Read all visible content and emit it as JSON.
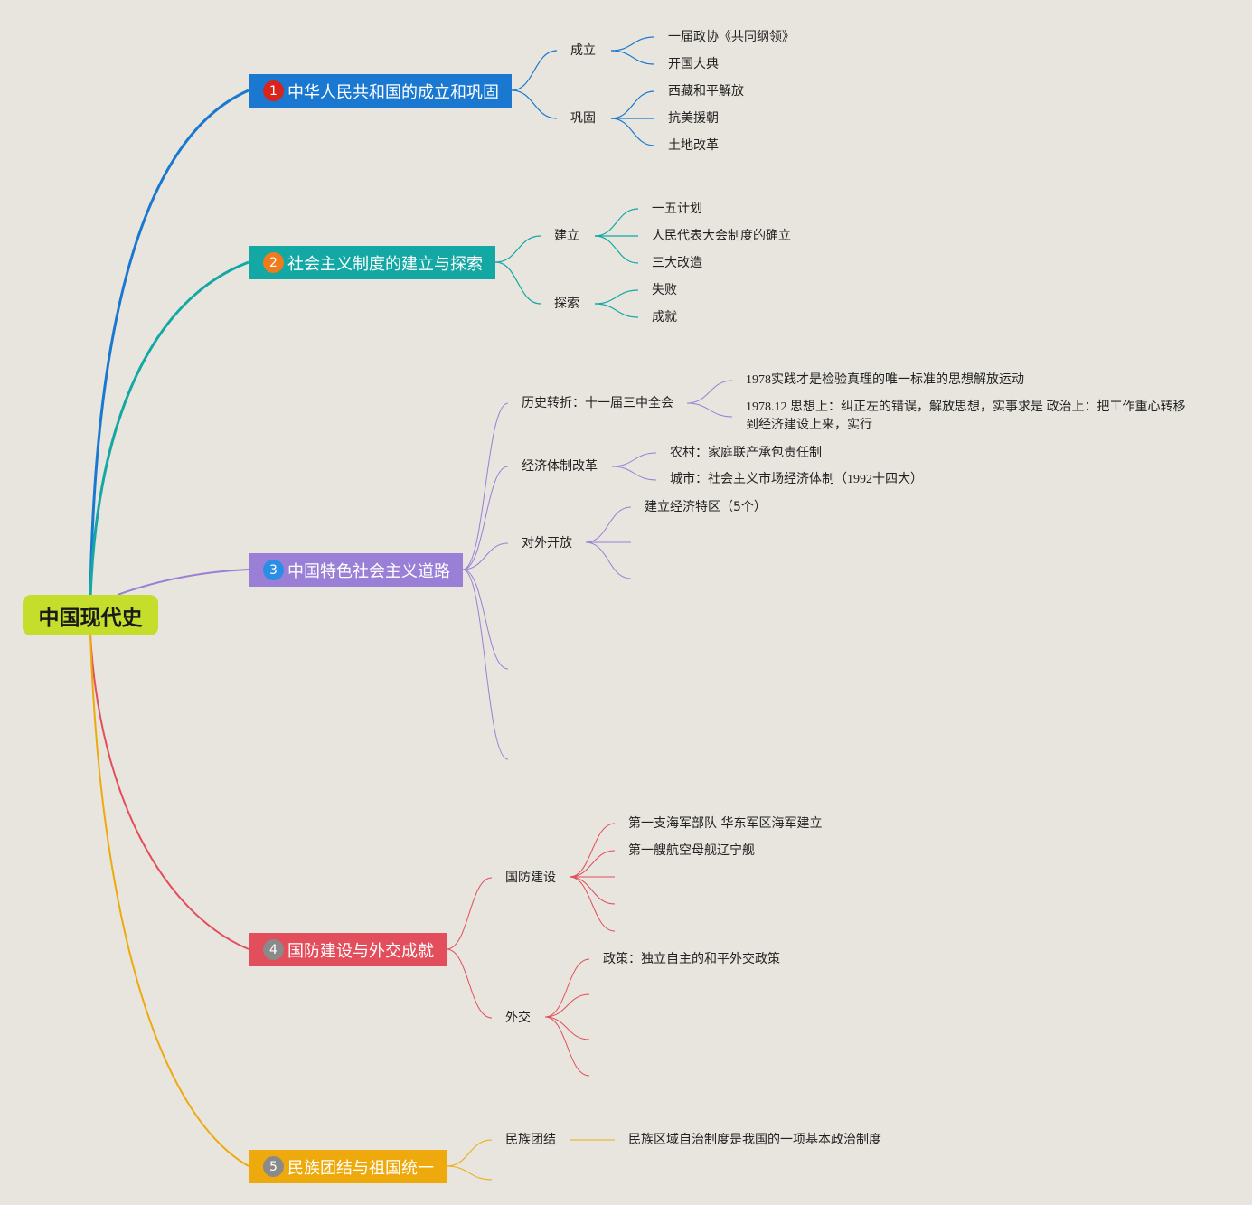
{
  "root": {
    "label": "中国现代史"
  },
  "colors": {
    "root": "#c4de2b",
    "branch1": "#1a78d0",
    "branch2": "#13a8a4",
    "branch3": "#9a7fd6",
    "branch4": "#e24e5c",
    "branch5": "#eeaa0c"
  },
  "branches": [
    {
      "num": "1",
      "title": "中华人民共和国的成立和巩固",
      "badge_color": "#d9241c",
      "children": [
        {
          "label": "成立",
          "items": [
            "一届政协《共同纲领》",
            "开国大典"
          ]
        },
        {
          "label": "巩固",
          "items": [
            "西藏和平解放",
            "抗美援朝",
            "土地改革"
          ]
        }
      ]
    },
    {
      "num": "2",
      "title": "社会主义制度的建立与探索",
      "badge_color": "#f07b1c",
      "children": [
        {
          "label": "建立",
          "items": [
            "一五计划",
            "人民代表大会制度的确立",
            "三大改造"
          ]
        },
        {
          "label": "探索",
          "items": [
            "失败",
            "成就"
          ]
        }
      ]
    },
    {
      "num": "3",
      "title": "中国特色社会主义道路",
      "badge_color": "#2a8de6",
      "children": [
        {
          "label": "历史转折：十一届三中全会",
          "items": [
            "1978实践才是检验真理的唯一标准的思想解放运动",
            "1978.12 思想上：纠正左的错误，解放思想，实事求是 政治上：把工作重心转移到经济建设上来，实行"
          ]
        },
        {
          "label": "经济体制改革",
          "items": [
            "农村：家庭联产承包责任制",
            "城市：社会主义市场经济体制（1992十四大）"
          ]
        },
        {
          "label": "对外开放",
          "items": [
            "建立经济特区（5个）"
          ]
        }
      ]
    },
    {
      "num": "4",
      "title": "国防建设与外交成就",
      "badge_color": "#8a8a8a",
      "children": [
        {
          "label": "国防建设",
          "items": [
            "第一支海军部队 华东军区海军建立",
            "第一艘航空母舰辽宁舰"
          ]
        },
        {
          "label": "外交",
          "items": [
            "政策：独立自主的和平外交政策"
          ]
        }
      ]
    },
    {
      "num": "5",
      "title": "民族团结与祖国统一",
      "badge_color": "#8a8a8a",
      "children": [
        {
          "label": "民族团结",
          "items": [
            "民族区域自治制度是我国的一项基本政治制度"
          ]
        }
      ]
    }
  ]
}
